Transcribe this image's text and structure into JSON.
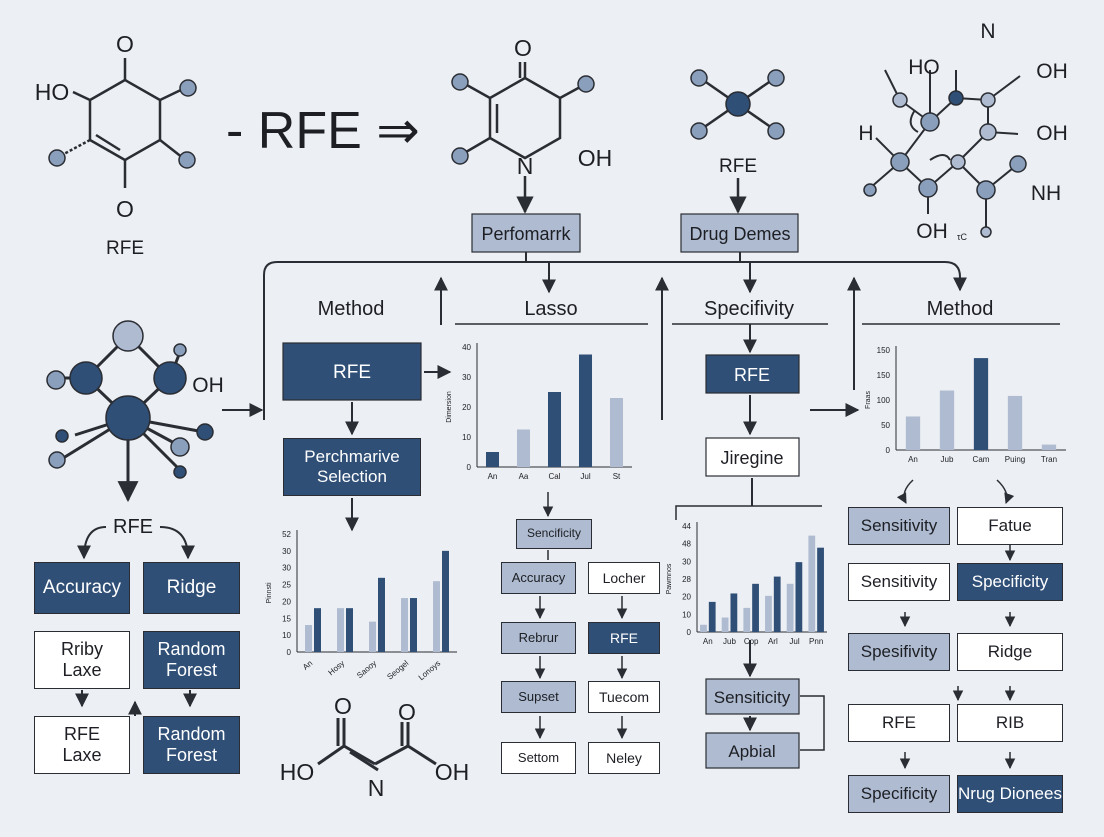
{
  "colors": {
    "background": "#eceff3",
    "dark_blue": "#2f4f77",
    "mid_blue": "#8a9fbc",
    "light_blue": "#aebbd0",
    "pale_blue": "#c9d2de",
    "line": "#2a2d33"
  },
  "header": {
    "title": "- RFE ⇒"
  },
  "molecules": {
    "m1": {
      "top_o": "O",
      "ho": "HO",
      "bottom_o": "O",
      "label": "RFE"
    },
    "m2": {
      "top_o": "O",
      "n": "N",
      "oh": "OH"
    },
    "m3": {
      "label": "RFE"
    },
    "m4": {
      "n": "N",
      "ho": "HO",
      "oh1": "OH",
      "h": "H",
      "oh2": "OH",
      "nh": "NH",
      "oh3": "OH",
      "tiny": "τC"
    },
    "m5": {
      "oh": "OH"
    },
    "m6": {
      "o1": "O",
      "o2": "O",
      "ho": "HO",
      "oh": "OH",
      "n": "N"
    }
  },
  "flow": {
    "performark": "Perfomarrk",
    "drug_demes": "Drug Demes"
  },
  "sections": {
    "col1_header": "Method",
    "col2_header": "Lasso",
    "col3_header": "Specifivity",
    "col4_header": "Method"
  },
  "left_tree": {
    "title": "RFE",
    "accuracy": "Accuracy",
    "ridge": "Ridge",
    "ridy_laxe": "Rriby\nLaxe",
    "random_forest_1": "Random\nForest",
    "rfe_laxe": "RFE\nLaxe",
    "random_forest_2": "Random\nForest"
  },
  "col1": {
    "rfe": "RFE",
    "perchmarive": "Perchmarive\nSelection"
  },
  "col2": {
    "sencificity": "Sencificity",
    "accuracy": "Accuracy",
    "locher": "Locher",
    "rebrur": "Rebrur",
    "rfe": "RFE",
    "supset": "Supset",
    "tuecom": "Tuecom",
    "settom": "Settom",
    "neley": "Neley"
  },
  "col3": {
    "rfe": "RFE",
    "jiregine": "Jiregine",
    "sensiticity": "Sensiticity",
    "apbial": "Apbial"
  },
  "col4": {
    "sensitivity1": "Sensitivity",
    "fatue": "Fatue",
    "sensitivity2": "Sensitivity",
    "specificity1": "Specificity",
    "spesifivity": "Spesifivity",
    "ridge": "Ridge",
    "rfe": "RFE",
    "rib": "RIB",
    "specificity2": "Specificity",
    "nrug_dionees": "Nrug Dionees"
  },
  "chart_data": [
    {
      "type": "bar",
      "categories": [
        "An",
        "Hosy",
        "Saooy",
        "Seogel",
        "Lonoys"
      ],
      "series": [
        {
          "values": [
            13,
            22,
            16,
            30
          ]
        },
        {
          "values": [
            8,
            14,
            15,
            21
          ]
        }
      ],
      "series_by_slot": [
        [
          13,
          13,
          22,
          16,
          30
        ],
        [
          8,
          13,
          9,
          16,
          21
        ]
      ],
      "yticks": [
        "52",
        "30",
        "30",
        "25",
        "20",
        "15",
        "10",
        "0"
      ],
      "ylabel": "Pinnsti",
      "ylim": [
        0,
        35
      ]
    },
    {
      "type": "bar",
      "categories": [
        "An",
        "Aa",
        "Cal",
        "Jul",
        "St"
      ],
      "values": [
        5,
        12.5,
        25,
        37.5,
        23
      ],
      "colors": [
        "dark",
        "light",
        "dark",
        "dark",
        "light"
      ],
      "yticks": [
        "40",
        "30",
        "20",
        "10",
        "0"
      ],
      "ylabel": "Dimersion",
      "ylim": [
        0,
        40
      ]
    },
    {
      "type": "bar",
      "categories": [
        "An",
        "Jub",
        "Cop",
        "Arl",
        "Jul",
        "Pnn"
      ],
      "series": [
        {
          "values": [
            12.5,
            16,
            20,
            23,
            29,
            35
          ]
        },
        {
          "values": [
            3,
            6,
            10,
            15,
            20,
            40
          ]
        }
      ],
      "yticks": [
        "44",
        "48",
        "30",
        "28",
        "20",
        "10",
        "0"
      ],
      "ylabel": "Pawmnos",
      "ylim": [
        0,
        44
      ]
    },
    {
      "type": "bar",
      "categories": [
        "An",
        "Jub",
        "Cam",
        "Puing",
        "Tran"
      ],
      "values": [
        62,
        110,
        170,
        100,
        10
      ],
      "colors": [
        "light",
        "light",
        "dark",
        "light",
        "light"
      ],
      "yticks": [
        "150",
        "150",
        "100",
        "50",
        "0"
      ],
      "ylabel": "Fraas",
      "ylim": [
        0,
        185
      ]
    }
  ]
}
